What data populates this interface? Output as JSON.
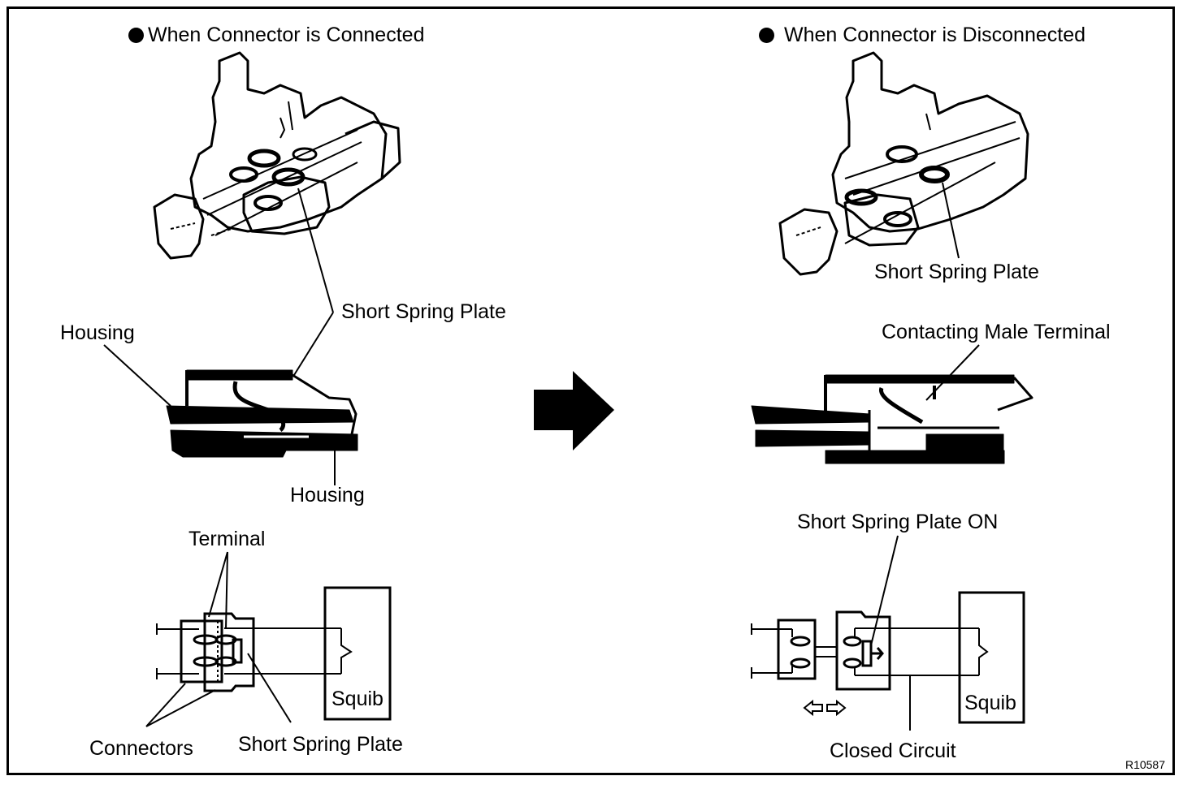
{
  "figure_ref": "R10587",
  "left_panel": {
    "title": "When Connector is Connected",
    "labels": {
      "short_spring_plate_top": "Short Spring Plate",
      "housing_upper": "Housing",
      "housing_lower": "Housing",
      "terminal": "Terminal",
      "connectors": "Connectors",
      "short_spring_plate_bottom": "Short Spring Plate",
      "squib": "Squib"
    }
  },
  "transition_arrow": "arrow-right-icon",
  "right_panel": {
    "title": "When Connector is Disconnected",
    "labels": {
      "short_spring_plate": "Short Spring Plate",
      "contacting_male_terminal": "Contacting Male Terminal",
      "short_spring_plate_on": "Short Spring Plate ON",
      "closed_circuit": "Closed Circuit",
      "squib": "Squib"
    },
    "direction_arrows": [
      "arrow-left-outline-icon",
      "arrow-right-outline-icon"
    ]
  }
}
